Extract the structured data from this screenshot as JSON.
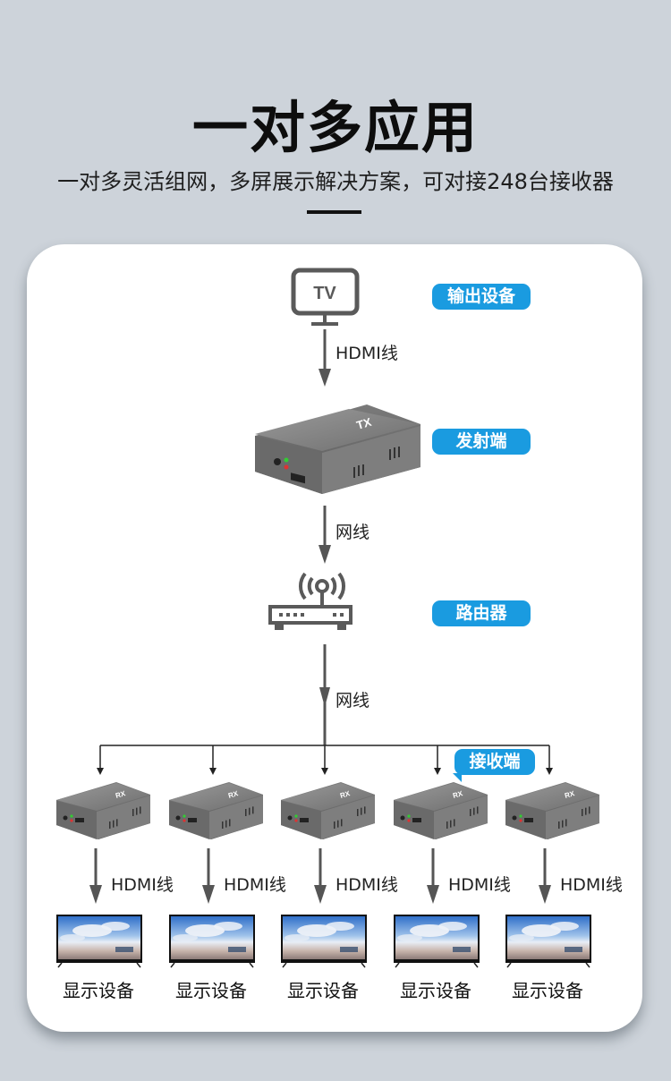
{
  "header": {
    "title": "一对多应用",
    "subtitle": "一对多灵活组网，多屏展示解决方案，可对接248台接收器"
  },
  "diagram": {
    "source": {
      "icon": "tv-icon",
      "icon_text": "TV",
      "badge": "输出设备"
    },
    "link1_label": "HDMI线",
    "transmitter": {
      "badge": "发射端",
      "device_mark": "TX"
    },
    "link2_label": "网线",
    "router": {
      "icon": "router-icon",
      "badge": "路由器"
    },
    "link3_label": "网线",
    "receiver_badge": "接收端",
    "receivers": [
      {
        "device_mark": "RX",
        "cable_label": "HDMI线",
        "display_label": "显示设备"
      },
      {
        "device_mark": "RX",
        "cable_label": "HDMI线",
        "display_label": "显示设备"
      },
      {
        "device_mark": "RX",
        "cable_label": "HDMI线",
        "display_label": "显示设备"
      },
      {
        "device_mark": "RX",
        "cable_label": "HDMI线",
        "display_label": "显示设备"
      },
      {
        "device_mark": "RX",
        "cable_label": "HDMI线",
        "display_label": "显示设备"
      }
    ]
  },
  "colors": {
    "badge": "#1a9be0",
    "line": "#555555",
    "background": "#cdd3da"
  }
}
